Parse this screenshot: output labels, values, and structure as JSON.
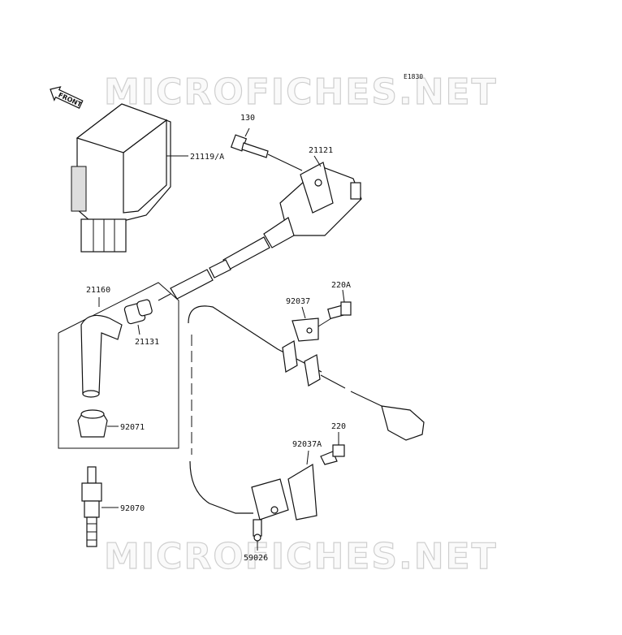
{
  "diagram": {
    "code": "E1830",
    "watermark": "MICROFICHES.NET",
    "front_label": "FRONT",
    "parts": [
      {
        "id": "p130",
        "number": "130"
      },
      {
        "id": "p21121",
        "number": "21121"
      },
      {
        "id": "p21119A",
        "number": "21119/A"
      },
      {
        "id": "p21160",
        "number": "21160"
      },
      {
        "id": "p21131",
        "number": "21131"
      },
      {
        "id": "p92071",
        "number": "92071"
      },
      {
        "id": "p92070",
        "number": "92070"
      },
      {
        "id": "p220A",
        "number": "220A"
      },
      {
        "id": "p92037",
        "number": "92037"
      },
      {
        "id": "p220",
        "number": "220"
      },
      {
        "id": "p92037A",
        "number": "92037A"
      },
      {
        "id": "p59026",
        "number": "59026"
      }
    ]
  }
}
